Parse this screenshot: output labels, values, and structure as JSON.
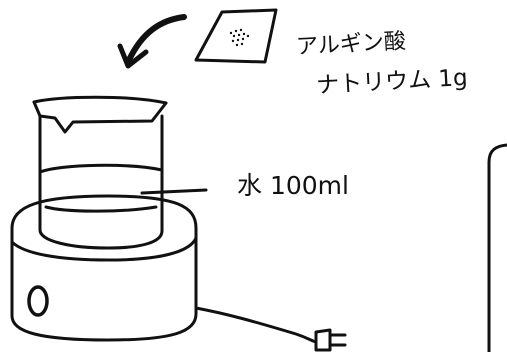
{
  "labels": {
    "reagent_line1": "アルギン酸",
    "reagent_line2": "ナトリウム 1g",
    "water": "水 100ml"
  },
  "colors": {
    "ink": "#111111",
    "paper": "#ffffff"
  }
}
